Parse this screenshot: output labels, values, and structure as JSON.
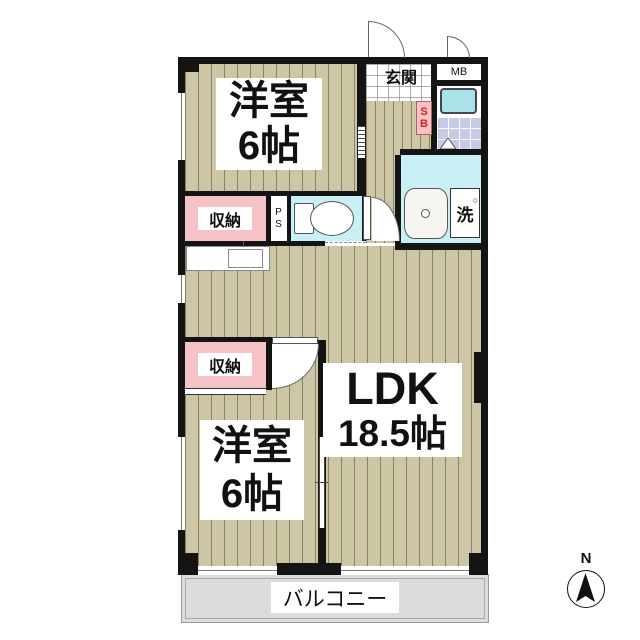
{
  "plan": {
    "bedroom1": {
      "name": "洋室",
      "size": "6帖"
    },
    "bedroom2": {
      "name": "洋室",
      "size": "6帖"
    },
    "ldk": {
      "name": "LDK",
      "size": "18.5帖"
    },
    "entrance": {
      "label": "玄関"
    },
    "meter_box": {
      "label": "MB"
    },
    "shoe_box": {
      "line1": "S",
      "line2": "B"
    },
    "pipe_space": {
      "line1": "P",
      "line2": "S"
    },
    "storage1": {
      "label": "収納"
    },
    "storage2": {
      "label": "収納"
    },
    "laundry": {
      "label": "洗",
      "mark": "○"
    },
    "balcony": {
      "label": "バルコニー"
    },
    "compass": {
      "label": "N"
    },
    "colors": {
      "wall": "#141414",
      "wood_floor": "#cdc6a4",
      "wood_plank_line": "#504b34",
      "storage_pink": "#f5c2c6",
      "wet_area_cyan": "#c9f0f4",
      "bath_tub": "#a9e2e8",
      "bath_tile": "#c6cae8",
      "balcony_gray": "#dcdcdc",
      "shoe_box_text": "#cc2222"
    }
  }
}
